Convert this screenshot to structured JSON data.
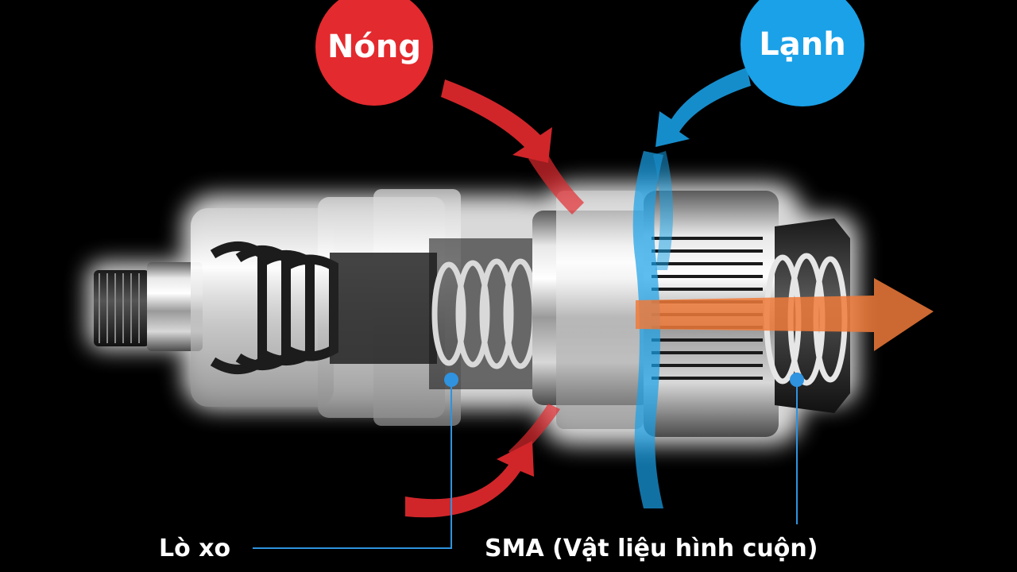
{
  "labels": {
    "hot": "Nóng",
    "cold": "Lạnh",
    "spring": "Lò xo",
    "sma": "SMA (Vật liệu hình cuộn)"
  },
  "colors": {
    "hot": "#e32a2e",
    "cold": "#1aa1e8",
    "outflow": "#f07a3a",
    "callout": "#2f93e0",
    "background": "#000000"
  }
}
